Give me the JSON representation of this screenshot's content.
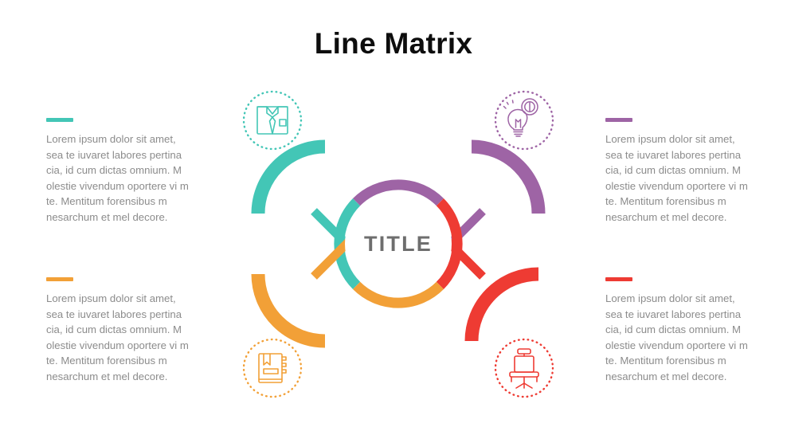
{
  "page": {
    "title": "Line Matrix",
    "background": "#ffffff"
  },
  "center": {
    "label": "TITLE",
    "label_color": "#6e6e6e"
  },
  "palette": {
    "teal": "#43C6B6",
    "purple": "#9E64A5",
    "orange": "#F2A037",
    "red": "#EE3B33",
    "body_text": "#8c8c8c",
    "title_text": "#0d0d0d"
  },
  "branches": [
    {
      "id": "top-left",
      "position": "top-left",
      "color": "#43C6B6",
      "color_name": "teal",
      "icon": "shirt-tie-icon",
      "text": "Lorem ipsum dolor sit amet, sea te iuvaret labores pertina cia, id cum dictas omnium. M olestie vivendum oportere vi m te. Mentitum forensibus m nesarchum et mel decore."
    },
    {
      "id": "top-right",
      "position": "top-right",
      "color": "#9E64A5",
      "color_name": "purple",
      "icon": "lightbulb-coin-icon",
      "text": "Lorem ipsum dolor sit amet, sea te iuvaret labores pertina cia, id cum dictas omnium. M olestie vivendum oportere vi m te. Mentitum forensibus m nesarchum et mel decore."
    },
    {
      "id": "bottom-left",
      "position": "bottom-left",
      "color": "#F2A037",
      "color_name": "orange",
      "icon": "notebook-icon",
      "text": "Lorem ipsum dolor sit amet, sea te iuvaret labores pertina cia, id cum dictas omnium. M olestie vivendum oportere vi m te. Mentitum forensibus m nesarchum et mel decore."
    },
    {
      "id": "bottom-right",
      "position": "bottom-right",
      "color": "#EE3B33",
      "color_name": "red",
      "icon": "office-chair-icon",
      "text": "Lorem ipsum dolor sit amet, sea te iuvaret labores pertina cia, id cum dictas omnium. M olestie vivendum oportere vi m te. Mentitum forensibus m nesarchum et mel decore."
    }
  ]
}
